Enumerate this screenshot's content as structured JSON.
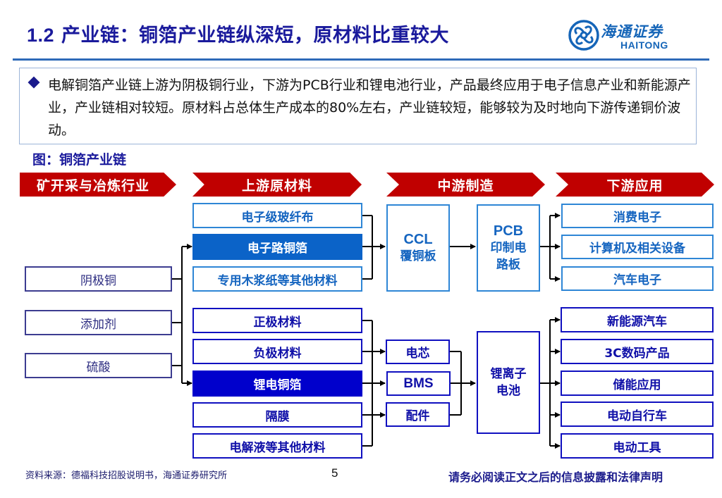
{
  "header": {
    "title_number": "1.2",
    "title_text": "产业链：铜箔产业链纵深短，原材料比重较大",
    "logo_cn": "海通证券",
    "logo_en": "HAITONG"
  },
  "summary": {
    "bullet_icon": "diamond-bullet",
    "text": "电解铜箔产业链上游为阴极铜行业，下游为PCB行业和锂电池行业，产品最终应用于电子信息产业和新能源产业，产业链相对较短。原材料占总体生产成本的80%左右，产业链较短，能够较为及时地向下游传递铜价波动。"
  },
  "figure": {
    "label": "图：铜箔产业链",
    "stages": [
      {
        "label": "矿开采与冶炼行业"
      },
      {
        "label": "上游原材料"
      },
      {
        "label": "中游制造"
      },
      {
        "label": "下游应用"
      }
    ],
    "mining": [
      "阴极铜",
      "添加剂",
      "硫酸"
    ],
    "pcb_chain": {
      "upstream": [
        "电子级玻纤布",
        "电子路铜箔",
        "专用木浆纸等其他材料"
      ],
      "ccl": {
        "line1": "CCL",
        "line2": "覆铜板"
      },
      "pcb": {
        "line1": "PCB",
        "line2": "印制电",
        "line3": "路板"
      },
      "applications": [
        "消费电子",
        "计算机及相关设备",
        "汽车电子"
      ]
    },
    "battery_chain": {
      "upstream": [
        "正极材料",
        "负极材料",
        "锂电铜箔",
        "隔膜",
        "电解液等其他材料"
      ],
      "components": [
        "电芯",
        "BMS",
        "配件"
      ],
      "battery": {
        "line1": "锂离子",
        "line2": "电池"
      },
      "applications": [
        "新能源汽车",
        "3C数码产品",
        "储能应用",
        "电动自行车",
        "电动工具"
      ]
    },
    "colors": {
      "stage_red": "#c00000",
      "pcb_blue": "#2e86d6",
      "highlight_pcb_foil": "#0b63c8",
      "highlight_li_foil": "#0000cc",
      "battery_navy": "#1010c0"
    }
  },
  "footer": {
    "source": "资料来源：德福科技招股说明书，海通证券研究所",
    "page": "5",
    "disclaimer": "请务必阅读正文之后的信息披露和法律声明"
  }
}
